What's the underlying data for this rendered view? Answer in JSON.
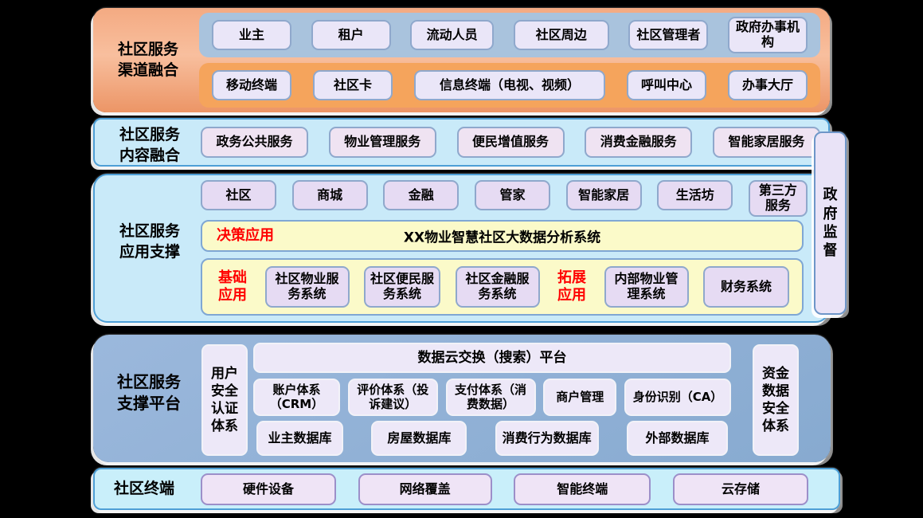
{
  "colors": {
    "background": "#000000",
    "channel_section": "#F3A67E",
    "users_strip": "#A9C3DD",
    "terminals_strip": "#F5A45C",
    "light_blue_section": "#C9EAF9",
    "yellow_bar": "#FBFAC9",
    "lavender_box": "#EAE6F8",
    "platform_section": "#8FB0D6",
    "terminal_section": "#C9EFFA",
    "red_label": "#FF0000"
  },
  "channel": {
    "label": "社区服务渠道融合",
    "row1": [
      "业主",
      "租户",
      "流动人员",
      "社区周边",
      "社区管理者",
      "政府办事机构"
    ],
    "row2": [
      "移动终端",
      "社区卡",
      "信息终端（电视、视频）",
      "呼叫中心",
      "办事大厅"
    ]
  },
  "content": {
    "label": "社区服务内容融合",
    "items": [
      "政务公共服务",
      "物业管理服务",
      "便民增值服务",
      "消费金融服务",
      "智能家居服务"
    ]
  },
  "application": {
    "label": "社区服务应用支撑",
    "apps": [
      "社区",
      "商城",
      "金融",
      "管家",
      "智能家居",
      "生活坊",
      "第三方服务"
    ],
    "decision": {
      "label": "决策应用",
      "title": "XX物业智慧社区大数据分析系统"
    },
    "base": {
      "label": "基础应用",
      "systems": [
        "社区物业服务系统",
        "社区便民服务系统",
        "社区金融服务系统"
      ]
    },
    "extension": {
      "label": "拓展应用",
      "systems": [
        "内部物业管理系统",
        "财务系统"
      ]
    }
  },
  "supervision": {
    "label": "政府监督"
  },
  "platform": {
    "label": "社区服务支撑平台",
    "left_pillar": "用户安全认证体系",
    "top_bar": "数据云交换（搜索）平台",
    "services": [
      "账户体系（CRM）",
      "评价体系（投诉建议）",
      "支付体系（消费数据）",
      "商户管理",
      "身份识别（CA）"
    ],
    "databases": [
      "业主数据库",
      "房屋数据库",
      "消费行为数据库",
      "外部数据库"
    ],
    "right_pillar": "资金数据安全体系"
  },
  "terminal": {
    "label": "社区终端",
    "items": [
      "硬件设备",
      "网络覆盖",
      "智能终端",
      "云存储"
    ]
  }
}
